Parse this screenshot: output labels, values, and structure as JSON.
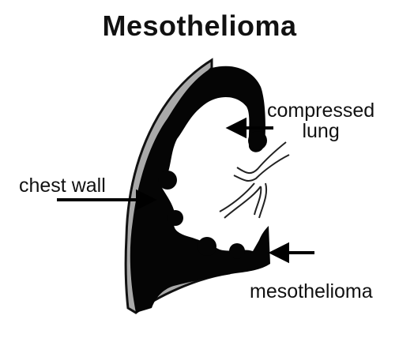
{
  "diagram": {
    "title": "Mesothelioma",
    "labels": {
      "compressed_lung_line1": "compressed",
      "compressed_lung_line2": "lung",
      "chest_wall": "chest wall",
      "mesothelioma": "mesothelioma"
    },
    "colors": {
      "chest_wall": "#a9a9a9",
      "tumor": "#050505",
      "lung_outline": "#222222",
      "background": "#ffffff"
    }
  }
}
